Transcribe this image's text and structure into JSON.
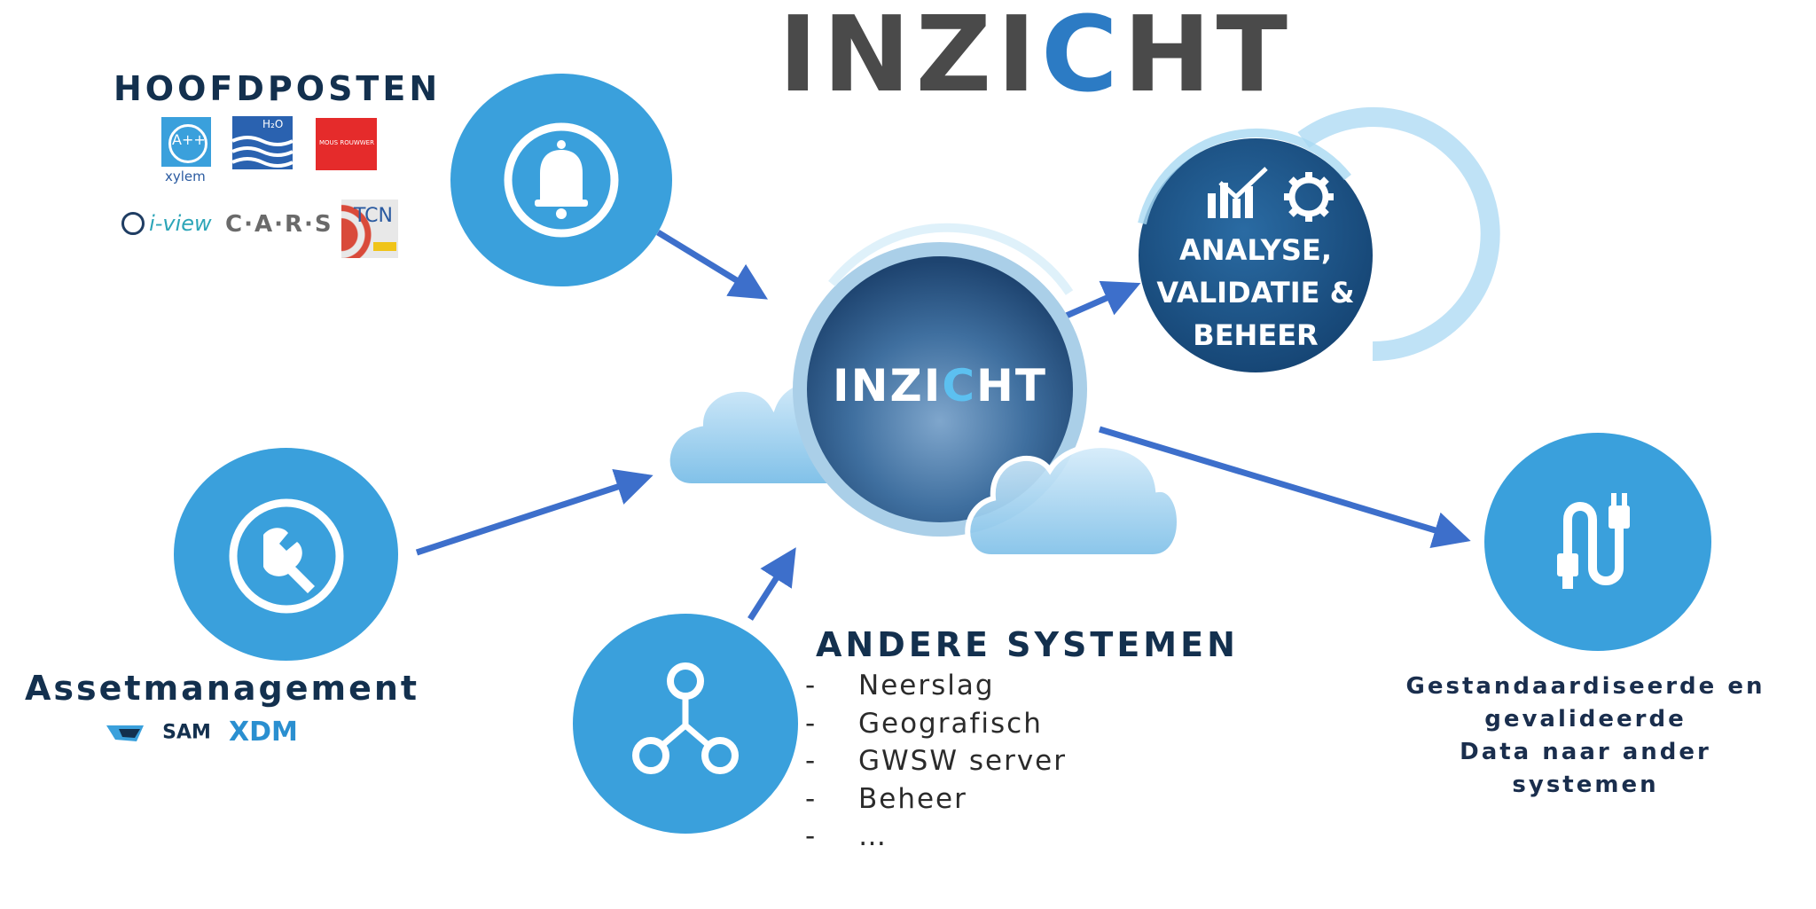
{
  "title": {
    "prefix": "INZI",
    "accent": "C",
    "suffix": "HT"
  },
  "hoofdposten": {
    "heading": "HOOFDPOSTEN",
    "logos": {
      "xylem_mark": "A++",
      "xylem": "xylem",
      "h2o": "H₂O",
      "mous": "MOUS ROUWWER",
      "iview": "i-view",
      "cars": "C·A·R·S",
      "tcn": "TCN"
    }
  },
  "center": {
    "prefix": "INZI",
    "accent": "C",
    "suffix": "HT"
  },
  "analyse": {
    "line1": "ANALYSE,",
    "line2": "VALIDATIE &",
    "line3": "BEHEER"
  },
  "assetmanagement": {
    "heading": "Assetmanagement",
    "logos": {
      "sam": "SAM",
      "xdm": "XDM"
    }
  },
  "andere_systemen": {
    "heading": "ANDERE SYSTEMEN",
    "dash": "-",
    "items": [
      "Neerslag",
      "Geografisch",
      "GWSW server",
      "Beheer",
      "…"
    ]
  },
  "output": {
    "line1": "Gestandaardiseerde en",
    "line2": "gevalideerde",
    "line3": "Data naar ander systemen"
  },
  "colors": {
    "circle_blue": "#3aa0dc",
    "arrow_blue": "#3d6fcb",
    "title_gray": "#4a4a4a",
    "accent_blue": "#2c7bc4",
    "navy": "#13304e"
  },
  "icons": {
    "alarm": "bell-icon",
    "asset": "wrench-icon",
    "systems": "network-nodes-icon",
    "output": "cable-connector-icon",
    "analyse": "chart-gear-icon"
  }
}
